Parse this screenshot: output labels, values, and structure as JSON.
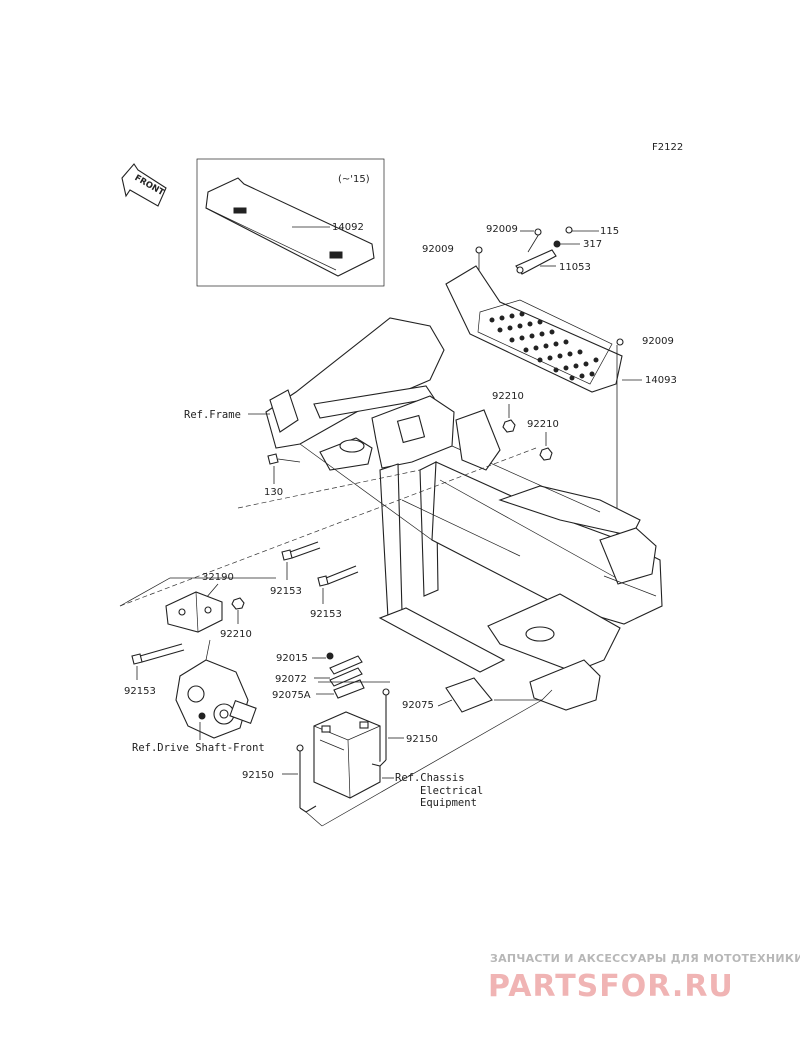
{
  "figure_code": "F2122",
  "front_label": "FRONT",
  "inset_note": "(~'15)",
  "labels": {
    "p14092": "14092",
    "p92009_a": "92009",
    "p92009_b": "92009",
    "p92009_c": "92009",
    "p115": "115",
    "p317": "317",
    "p11053": "11053",
    "p14093": "14093",
    "p92210_a": "92210",
    "p92210_b": "92210",
    "p92210_c": "92210",
    "p130": "130",
    "p92153_a": "92153",
    "p92153_b": "92153",
    "p92153_c": "92153",
    "p32190": "32190",
    "p92015": "92015",
    "p92072": "92072",
    "p92075A": "92075A",
    "p92075": "92075",
    "p92150_a": "92150",
    "p92150_b": "92150"
  },
  "refs": {
    "frame": "Ref.Frame",
    "drive_shaft": "Ref.Drive Shaft-Front",
    "chassis_1": "Ref.Chassis",
    "chassis_2": "Electrical",
    "chassis_3": "Equipment"
  },
  "watermark": {
    "line1": "ЗАПЧАСТИ И АКСЕССУАРЫ ДЛЯ МОТОТЕХНИКИ",
    "line2": "PARTSFOR.RU"
  }
}
